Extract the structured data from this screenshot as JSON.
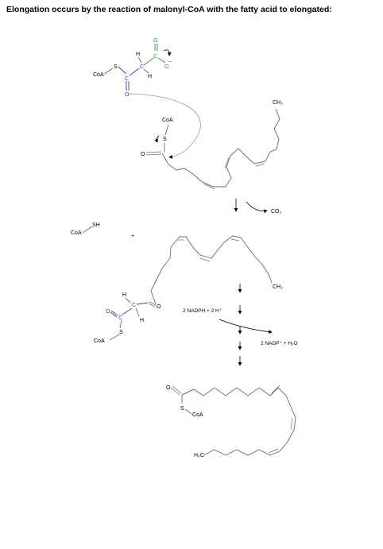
{
  "header": {
    "title": "Elongation occurs by the reaction of malonyl-CoA with the fatty acid to elongated:"
  },
  "labels": {
    "coa": "CoA",
    "s": "S",
    "c": "C",
    "h": "H",
    "o": "O",
    "o_minus": "O",
    "minus": "−",
    "ch3": "CH₃",
    "sh": "SH",
    "plus": "+",
    "co2": "CO₂",
    "nadph": "2 NADPH + 2 H⁺",
    "nadp": "2 NADP⁺ + H₂O",
    "h3c": "H₃C"
  },
  "colors": {
    "green": "#2e9b2e",
    "blue": "#3a3ac8",
    "bond": "#6a6a6a"
  }
}
